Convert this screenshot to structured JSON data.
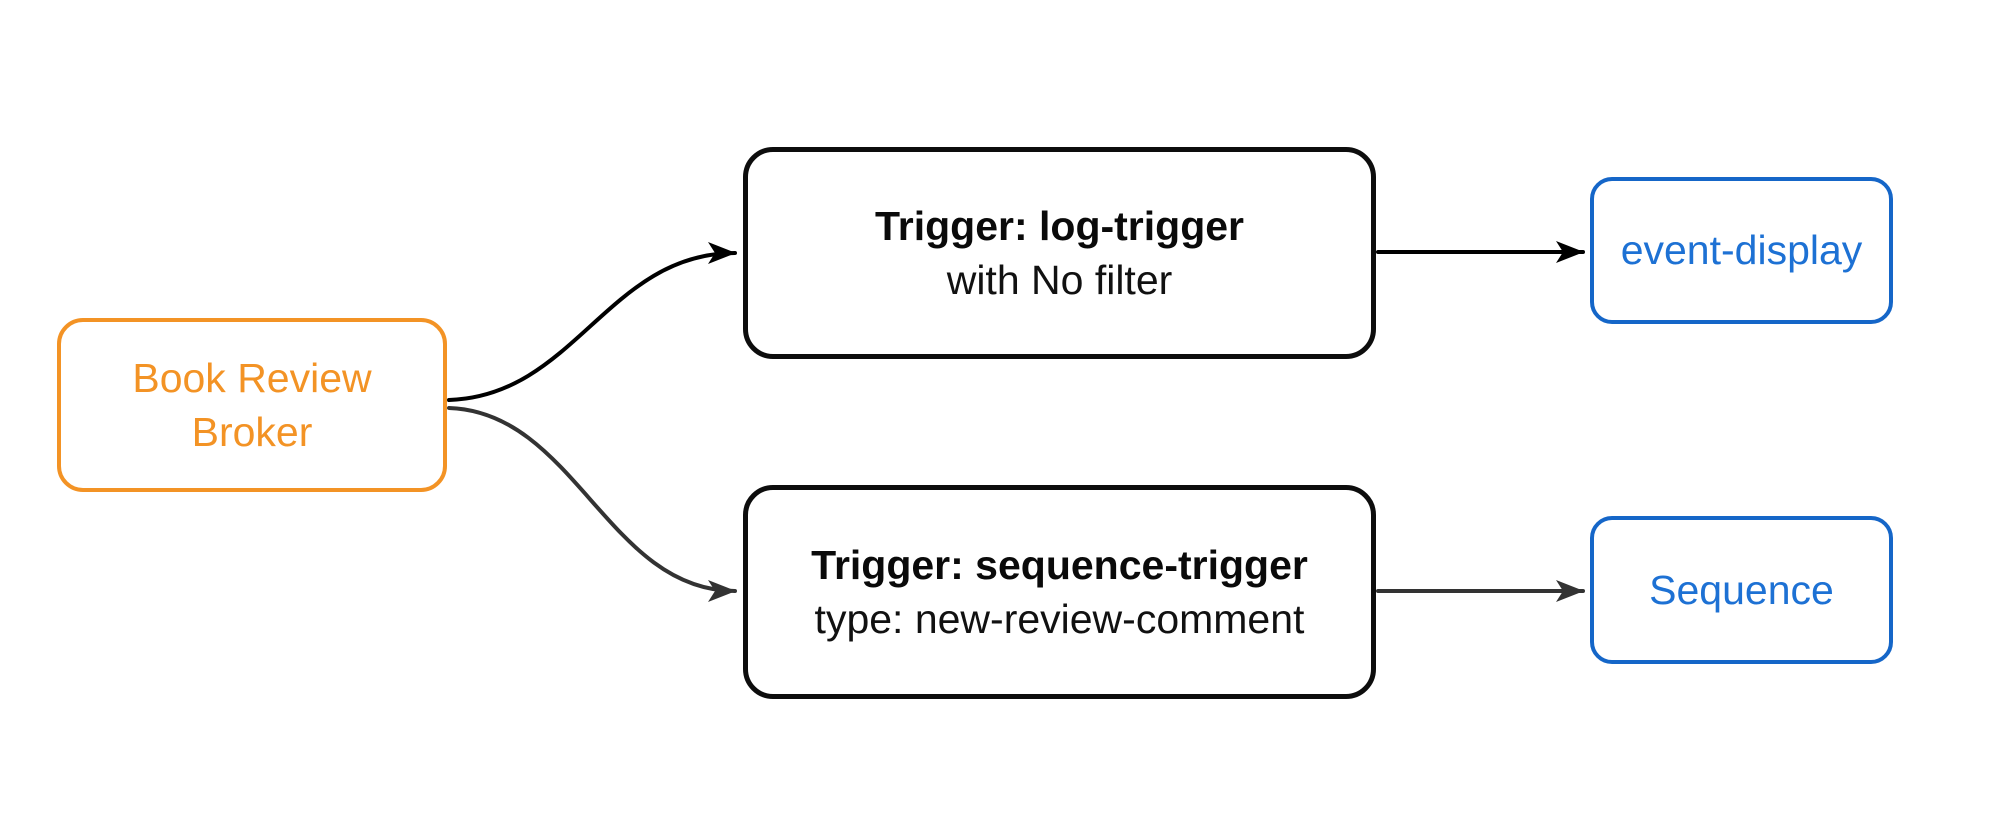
{
  "diagram": {
    "type": "flowchart",
    "direction": "left-to-right",
    "background": "#ffffff",
    "colors": {
      "broker_border": "#f39325",
      "broker_text": "#f39325",
      "trigger_border": "#0d0d0d",
      "trigger_text": "#111111",
      "output_border": "#1566c8",
      "output_text": "#1d71d4",
      "edge_black": "#000000",
      "edge_gray": "#333333"
    },
    "nodes": {
      "broker": {
        "lines": [
          "Book Review",
          "Broker"
        ]
      },
      "trigger_log": {
        "title": "Trigger: log-trigger",
        "subtitle": "with No filter"
      },
      "trigger_sequence": {
        "title": "Trigger: sequence-trigger",
        "subtitle": "type: new-review-comment"
      },
      "event_display": {
        "label": "event-display"
      },
      "sequence": {
        "label": "Sequence"
      }
    },
    "edges": [
      {
        "from": "Book Review Broker",
        "to": "Trigger: log-trigger",
        "shape": "curve",
        "arrow": "arrowhead",
        "color": "#000000"
      },
      {
        "from": "Book Review Broker",
        "to": "Trigger: sequence-trigger",
        "shape": "curve",
        "arrow": "arrowhead",
        "color": "#333333"
      },
      {
        "from": "Trigger: log-trigger",
        "to": "event-display",
        "shape": "straight",
        "arrow": "arrowhead",
        "color": "#000000"
      },
      {
        "from": "Trigger: sequence-trigger",
        "to": "Sequence",
        "shape": "straight",
        "arrow": "arrowhead",
        "color": "#333333"
      }
    ]
  }
}
